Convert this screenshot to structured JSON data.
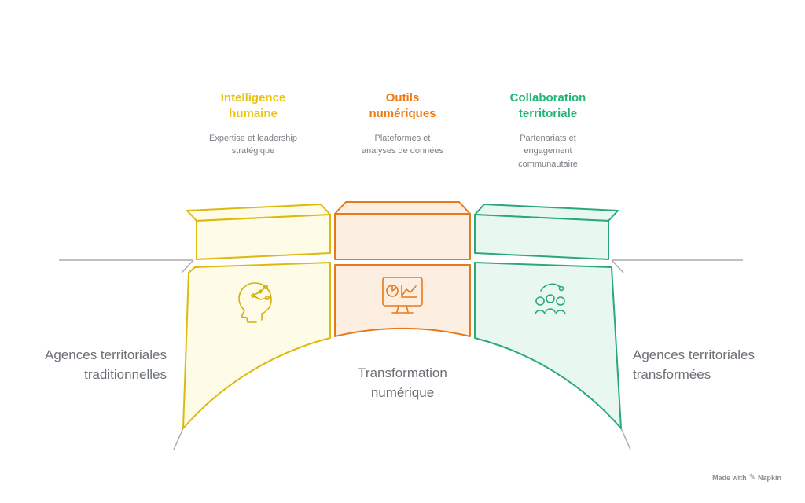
{
  "colors": {
    "yellow_stroke": "#ddb90e",
    "yellow_fill": "#fefbe6",
    "yellow_text": "#e8c414",
    "orange_stroke": "#e8791b",
    "orange_fill": "#fceee1",
    "orange_text": "#f2790d",
    "green_stroke": "#2ba87a",
    "green_fill": "#e8f8f0",
    "green_text": "#22b573",
    "line_gray": "#a9acb0",
    "text_gray": "#6b7075"
  },
  "pillars": [
    {
      "title": "Intelligence\nhumaine",
      "subtitle": "Expertise et leadership\nstratégique",
      "icon": "ai-head-circuit"
    },
    {
      "title": "Outils\nnumériques",
      "subtitle": "Plateformes et\nanalyses de données",
      "icon": "analytics-monitor"
    },
    {
      "title": "Collaboration\nterritoriale",
      "subtitle": "Partenariats et\nengagement\ncommunautaire",
      "icon": "community-people"
    }
  ],
  "labels": {
    "left": "Agences territoriales\ntraditionnelles",
    "right": "Agences territoriales\ntransformées",
    "center": "Transformation\nnumérique"
  },
  "footer": {
    "made_with": "Made with",
    "pen_icon": "✎",
    "brand": "Napkin"
  }
}
